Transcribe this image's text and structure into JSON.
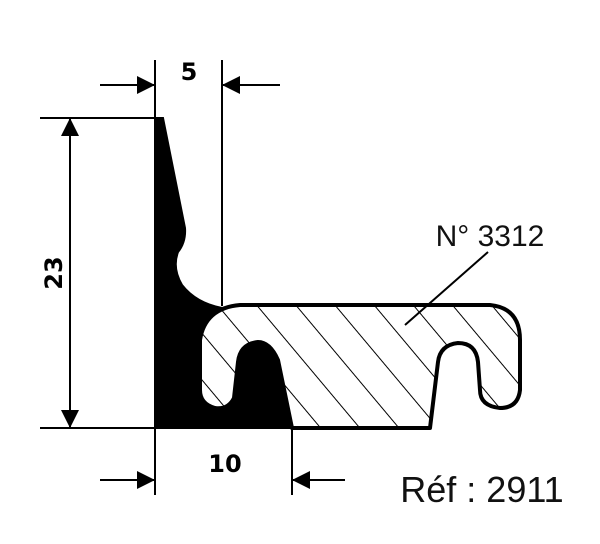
{
  "dimensions": {
    "top_width": "5",
    "height": "23",
    "bottom_width": "10"
  },
  "part_label": "N° 3312",
  "reference": "Réf : 2911"
}
